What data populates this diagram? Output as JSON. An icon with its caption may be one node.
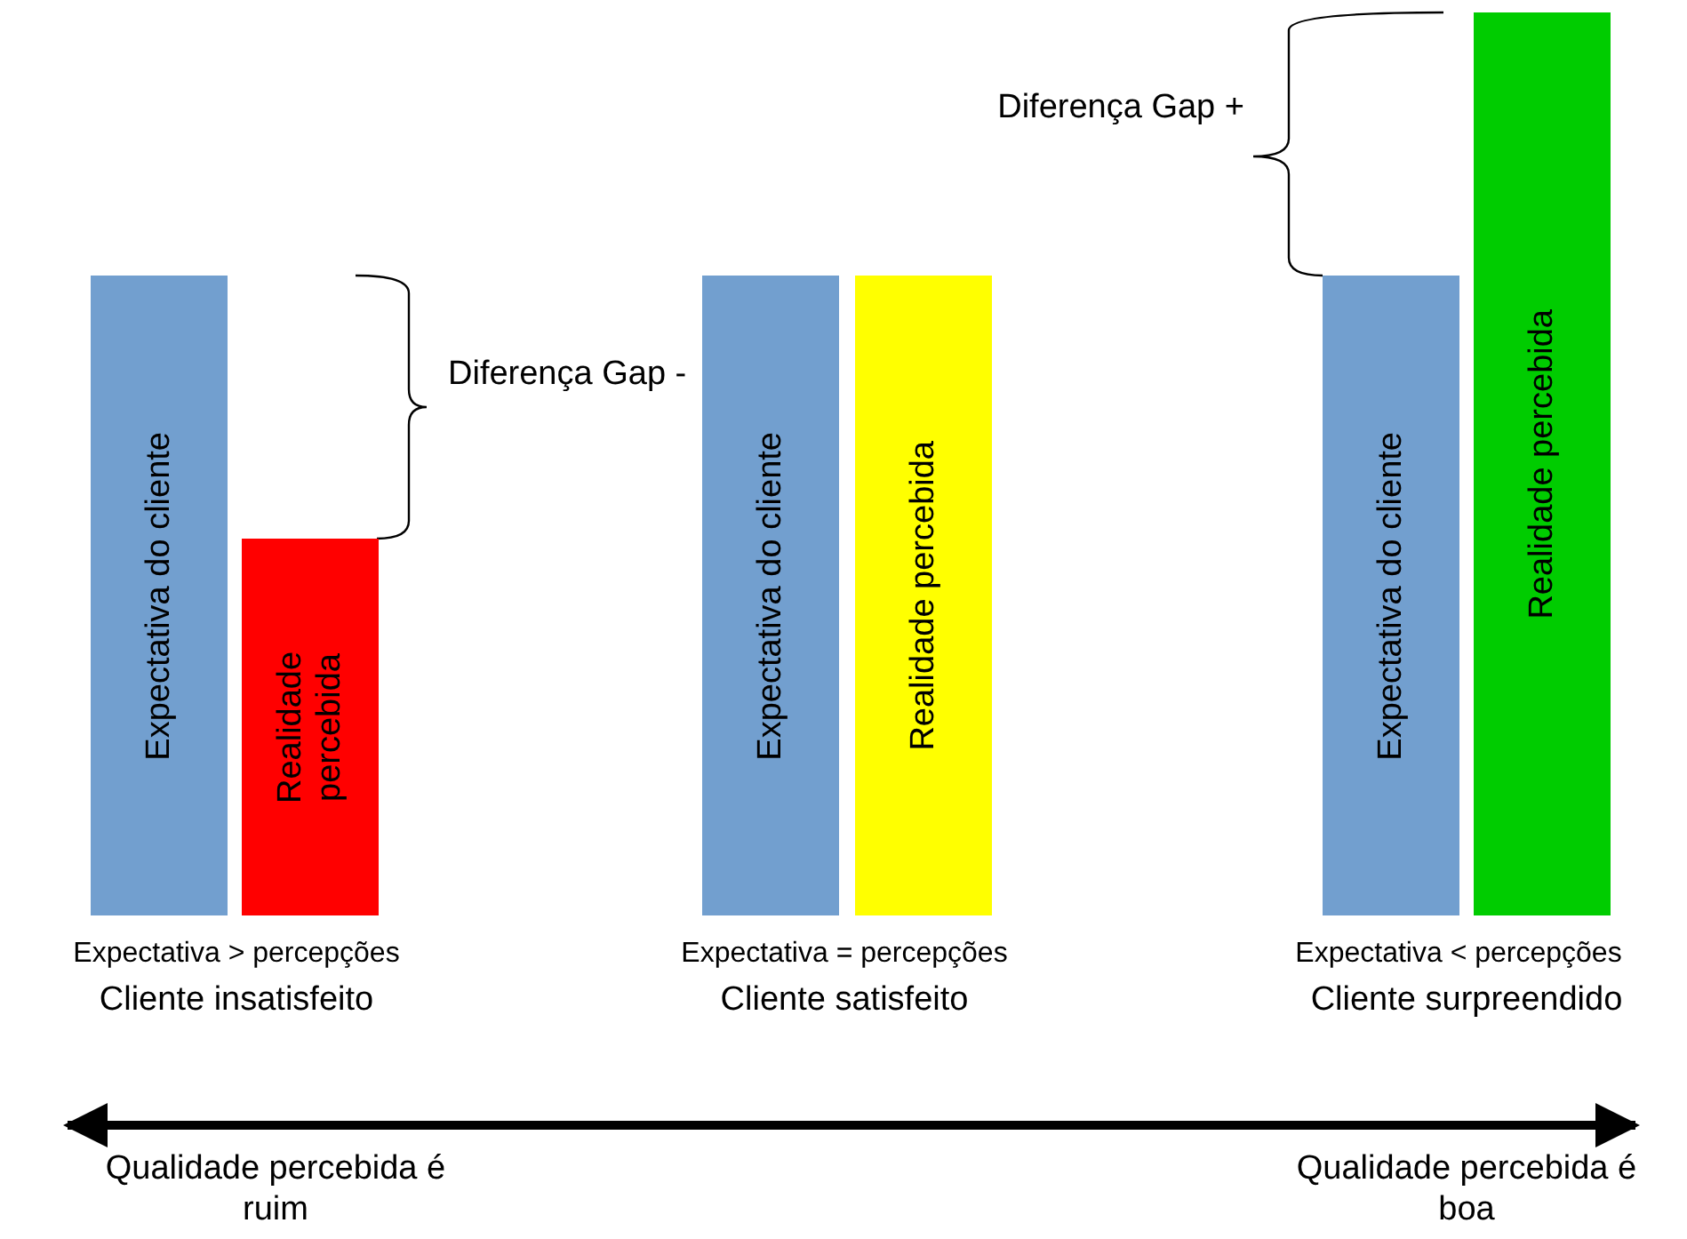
{
  "diagram": {
    "nodes": [
      {
        "text": [
          "Expectativa do cliente"
        ]
      },
      {
        "text": [
          "Realidade percebida"
        ]
      },
      {
        "text": [
          "Expectativa do cliente"
        ]
      },
      {
        "text": [
          "Realidade percebida"
        ]
      },
      {
        "text": [
          "Expectativa do cliente"
        ]
      },
      {
        "text": [
          "Realidade percebida"
        ]
      }
    ],
    "labels": [
      "Diferença Gap +",
      "Diferença Gap -",
      "Expectativa > percepções",
      "Cliente insatisfeito",
      "Expectativa = percepções",
      "Cliente satisfeito",
      "Expectativa < percepções",
      "Cliente surpreendido",
      "Qualidade percebida é ruim",
      "Qualidade percebida é boa"
    ]
  }
}
